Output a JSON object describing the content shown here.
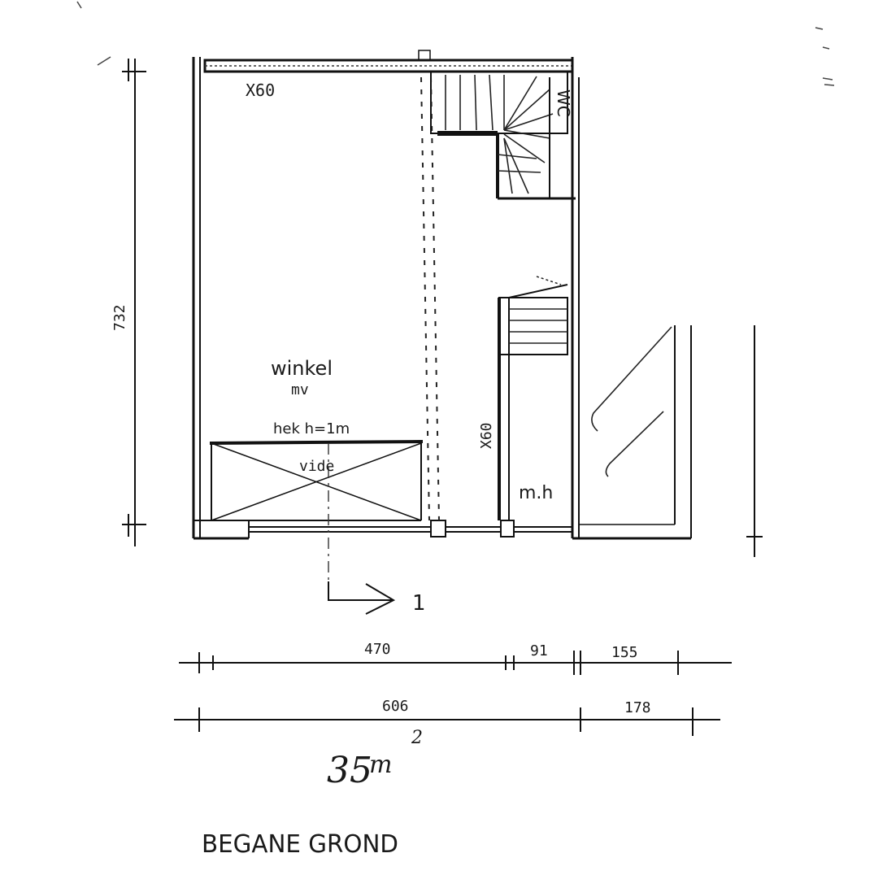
{
  "title": "BEGANE GROND",
  "area": {
    "value": "35",
    "unit": "m",
    "superscript": "2"
  },
  "rooms": {
    "shop": "winkel",
    "shop_sub": "mv",
    "railing": "hek h=1m",
    "void": "vide",
    "toilet": "WC",
    "meter": "m.h"
  },
  "markers": {
    "window_top": "X60",
    "window_side": "X60",
    "section": "1"
  },
  "dimensions": {
    "vertical": "732",
    "row1": [
      "470",
      "91",
      "155"
    ],
    "row2": [
      "606",
      "178"
    ]
  }
}
